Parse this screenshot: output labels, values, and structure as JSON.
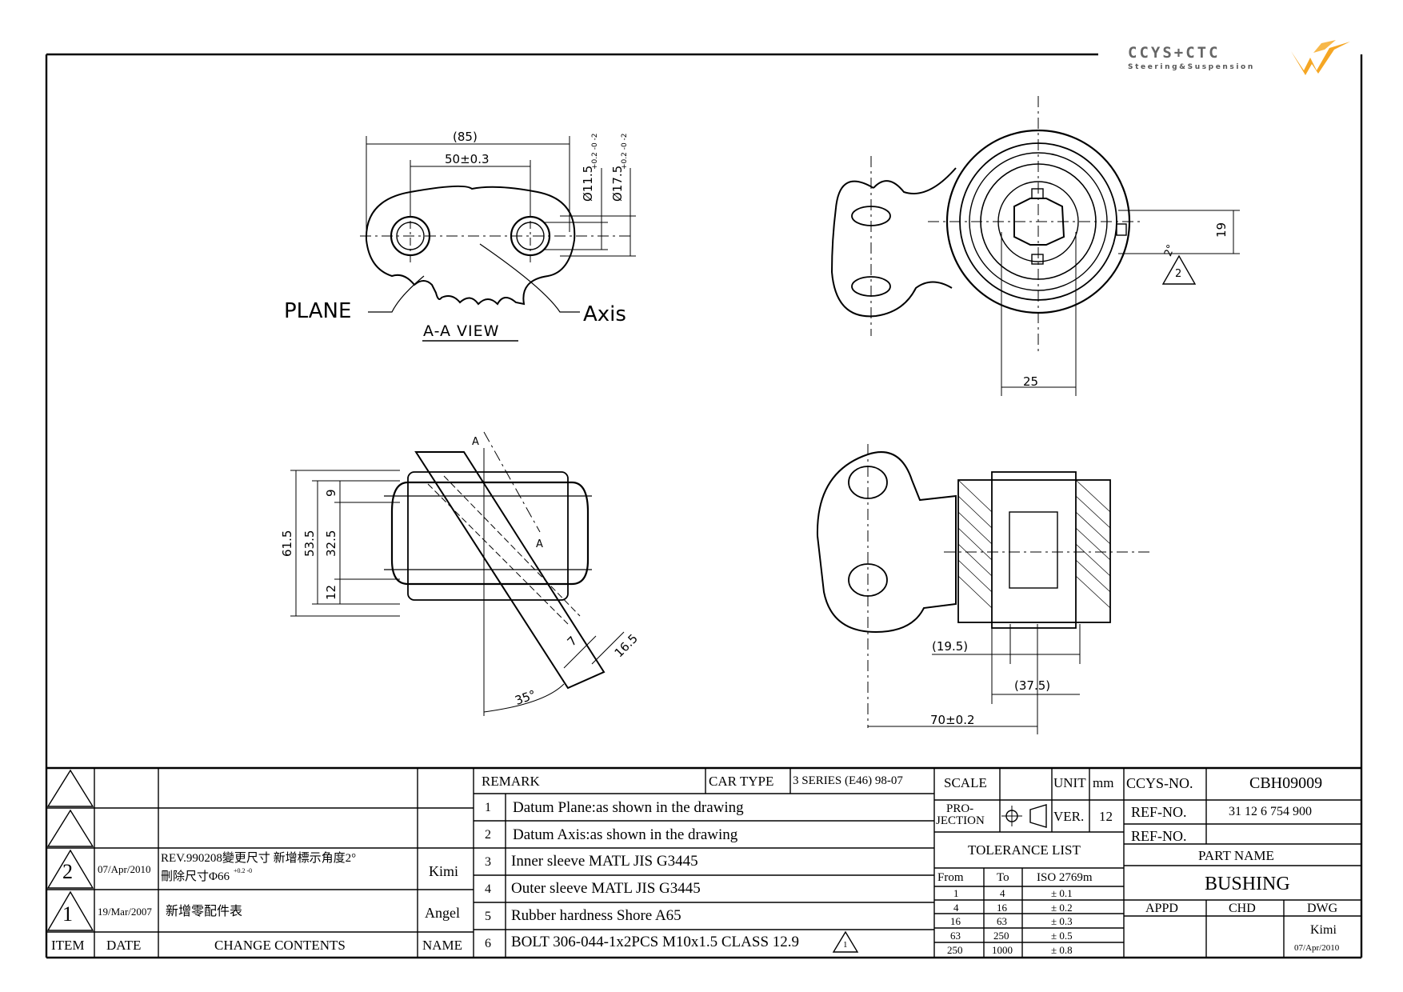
{
  "logo": {
    "brand": "CCYS+CTC",
    "tagline": "Steering&Suspension",
    "accent": "#f5a623"
  },
  "drawing": {
    "plane_label": "PLANE",
    "axis_label": "Axis",
    "view_label": "A-A VIEW",
    "section_mark": "A",
    "dims": {
      "d85": "(85)",
      "d50": "50±0.3",
      "d11": "Ø11.5",
      "d11_tol": "+0.2 -0 -2",
      "d17": "Ø17.5",
      "d17_tol": "+0.2 -0 -2",
      "d19": "19",
      "d2": "2°",
      "d25": "25",
      "d615": "61.5",
      "d535": "53.5",
      "d325": "32.5",
      "d9": "9",
      "d12": "12",
      "d7": "7",
      "d165": "16.5",
      "d35": "35°",
      "d195": "(19.5)",
      "d375": "(37.5)",
      "d70": "70±0.2",
      "rev2": "2"
    }
  },
  "revisions": {
    "headers": {
      "item": "ITEM",
      "date": "DATE",
      "change": "CHANGE CONTENTS",
      "name": "NAME"
    },
    "rows": [
      {
        "item": "2",
        "date": "07/Apr/2010",
        "change_l1": "REV.990208變更尺寸  新增標示角度2°",
        "change_l2": "刪除尺寸Φ66",
        "change_tol": "+0.2 -0",
        "name": "Kimi"
      },
      {
        "item": "1",
        "date": "19/Mar/2007",
        "change_l1": "新增零配件表",
        "name": "Angel"
      }
    ]
  },
  "remarks": {
    "title": "REMARK",
    "car_type_label": "CAR TYPE",
    "car_type": "3 SERIES (E46) 98-07",
    "items": [
      {
        "no": "1",
        "text": "Datum Plane:as shown in the drawing"
      },
      {
        "no": "2",
        "text": "Datum Axis:as shown in the drawing"
      },
      {
        "no": "3",
        "text": "Inner sleeve MATL JIS G3445"
      },
      {
        "no": "4",
        "text": "Outer sleeve MATL JIS G3445"
      },
      {
        "no": "5",
        "text": "Rubber hardness Shore A65"
      },
      {
        "no": "6",
        "text": "BOLT 306-044-1x2PCS M10x1.5 CLASS 12.9"
      }
    ],
    "rev_marker": "1"
  },
  "spec": {
    "scale_label": "SCALE",
    "unit_label": "UNIT",
    "unit": "mm",
    "projection_l1": "PRO-",
    "projection_l2": "JECTION",
    "ver_label": "VER.",
    "ver": "12",
    "tolerance_title": "TOLERANCE LIST",
    "tol_headers": {
      "from": "From",
      "to": "To",
      "std": "ISO 2769m"
    },
    "tol_rows": [
      {
        "from": "1",
        "to": "4",
        "tol": "± 0.1"
      },
      {
        "from": "4",
        "to": "16",
        "tol": "± 0.2"
      },
      {
        "from": "16",
        "to": "63",
        "tol": "± 0.3"
      },
      {
        "from": "63",
        "to": "250",
        "tol": "± 0.5"
      },
      {
        "from": "250",
        "to": "1000",
        "tol": "± 0.8"
      }
    ]
  },
  "part": {
    "ccys_label": "CCYS-NO.",
    "ccys_no": "CBH09009",
    "ref_label": "REF-NO.",
    "ref_no": "31 12 6 754 900",
    "ref_label2": "REF-NO.",
    "part_name_label": "PART NAME",
    "part_name": "BUSHING",
    "appd": "APPD",
    "chd": "CHD",
    "dwg": "DWG",
    "drawn_by": "Kimi",
    "drawn_date": "07/Apr/2010"
  }
}
